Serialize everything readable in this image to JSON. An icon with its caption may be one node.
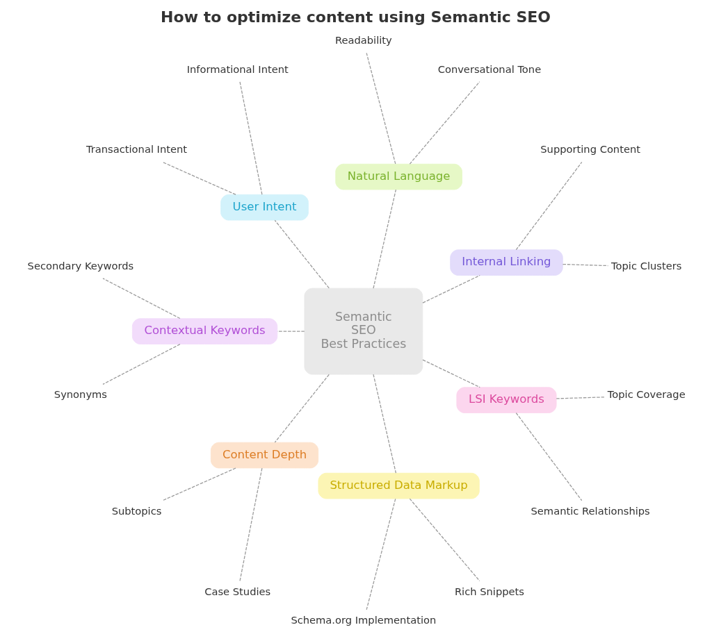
{
  "diagram": {
    "title": "How to optimize content using Semantic SEO",
    "nodes": [
      {
        "text": [
          "Semantic SEO Best Practices"
        ]
      },
      {
        "text": [
          "Internal Linking"
        ]
      },
      {
        "text": [
          "Topic Clusters"
        ]
      },
      {
        "text": [
          "Supporting Content"
        ]
      },
      {
        "text": [
          "Natural Language"
        ]
      },
      {
        "text": [
          "Conversational Tone"
        ]
      },
      {
        "text": [
          "Readability"
        ]
      },
      {
        "text": [
          "User Intent"
        ]
      },
      {
        "text": [
          "Informational Intent"
        ]
      },
      {
        "text": [
          "Transactional Intent"
        ]
      },
      {
        "text": [
          "Contextual Keywords"
        ]
      },
      {
        "text": [
          "Secondary Keywords"
        ]
      },
      {
        "text": [
          "Synonyms"
        ]
      },
      {
        "text": [
          "Content Depth"
        ]
      },
      {
        "text": [
          "Subtopics"
        ]
      },
      {
        "text": [
          "Case Studies"
        ]
      },
      {
        "text": [
          "Structured Data Markup"
        ]
      },
      {
        "text": [
          "Schema.org Implementation"
        ]
      },
      {
        "text": [
          "Rich Snippets"
        ]
      },
      {
        "text": [
          "LSI Keywords"
        ]
      },
      {
        "text": [
          "Semantic Relationships"
        ]
      },
      {
        "text": [
          "Topic Coverage"
        ]
      }
    ],
    "edges": [
      {
        "from": 0,
        "to": 1,
        "arrow": "none",
        "style": "dashed"
      },
      {
        "from": 1,
        "to": 2,
        "arrow": "none",
        "style": "dashed"
      },
      {
        "from": 1,
        "to": 3,
        "arrow": "none",
        "style": "dashed"
      },
      {
        "from": 0,
        "to": 4,
        "arrow": "none",
        "style": "dashed"
      },
      {
        "from": 4,
        "to": 5,
        "arrow": "none",
        "style": "dashed"
      },
      {
        "from": 4,
        "to": 6,
        "arrow": "none",
        "style": "dashed"
      },
      {
        "from": 0,
        "to": 7,
        "arrow": "none",
        "style": "dashed"
      },
      {
        "from": 7,
        "to": 8,
        "arrow": "none",
        "style": "dashed"
      },
      {
        "from": 7,
        "to": 9,
        "arrow": "none",
        "style": "dashed"
      },
      {
        "from": 0,
        "to": 10,
        "arrow": "none",
        "style": "dashed"
      },
      {
        "from": 10,
        "to": 11,
        "arrow": "none",
        "style": "dashed"
      },
      {
        "from": 10,
        "to": 12,
        "arrow": "none",
        "style": "dashed"
      },
      {
        "from": 0,
        "to": 13,
        "arrow": "none",
        "style": "dashed"
      },
      {
        "from": 13,
        "to": 14,
        "arrow": "none",
        "style": "dashed"
      },
      {
        "from": 13,
        "to": 15,
        "arrow": "none",
        "style": "dashed"
      },
      {
        "from": 0,
        "to": 16,
        "arrow": "none",
        "style": "dashed"
      },
      {
        "from": 16,
        "to": 17,
        "arrow": "none",
        "style": "dashed"
      },
      {
        "from": 16,
        "to": 18,
        "arrow": "none",
        "style": "dashed"
      },
      {
        "from": 0,
        "to": 19,
        "arrow": "none",
        "style": "dashed"
      },
      {
        "from": 19,
        "to": 20,
        "arrow": "none",
        "style": "dashed"
      },
      {
        "from": 19,
        "to": 21,
        "arrow": "none",
        "style": "dashed"
      }
    ]
  }
}
